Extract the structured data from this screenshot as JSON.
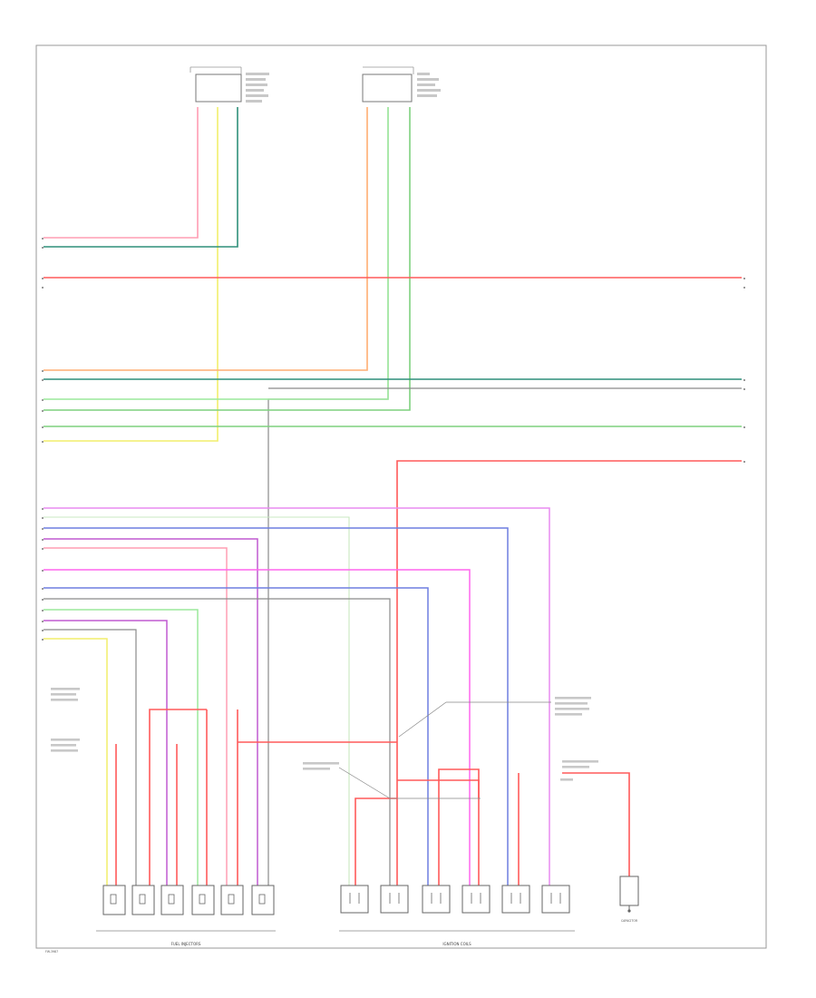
{
  "page_code": "FW-3987",
  "group_labels": {
    "fuel_injectors": "FUEL INJECTORS",
    "ignition_coils": "IGNITION COILS"
  },
  "component_labels": {
    "capacitor": "CAPACITOR"
  },
  "colors": {
    "red": "#ff5a5a",
    "pink": "#ff9db3",
    "orange": "#ffae73",
    "yellow": "#f2ee6c",
    "light_green": "#9be89b",
    "green": "#7fd17f",
    "dark_green": "#2f8f7a",
    "blue": "#6f7fe0",
    "violet": "#c05ad0",
    "magenta": "#ff66ee",
    "gray": "#8a8a8a",
    "frame": "#9a9a9a"
  }
}
